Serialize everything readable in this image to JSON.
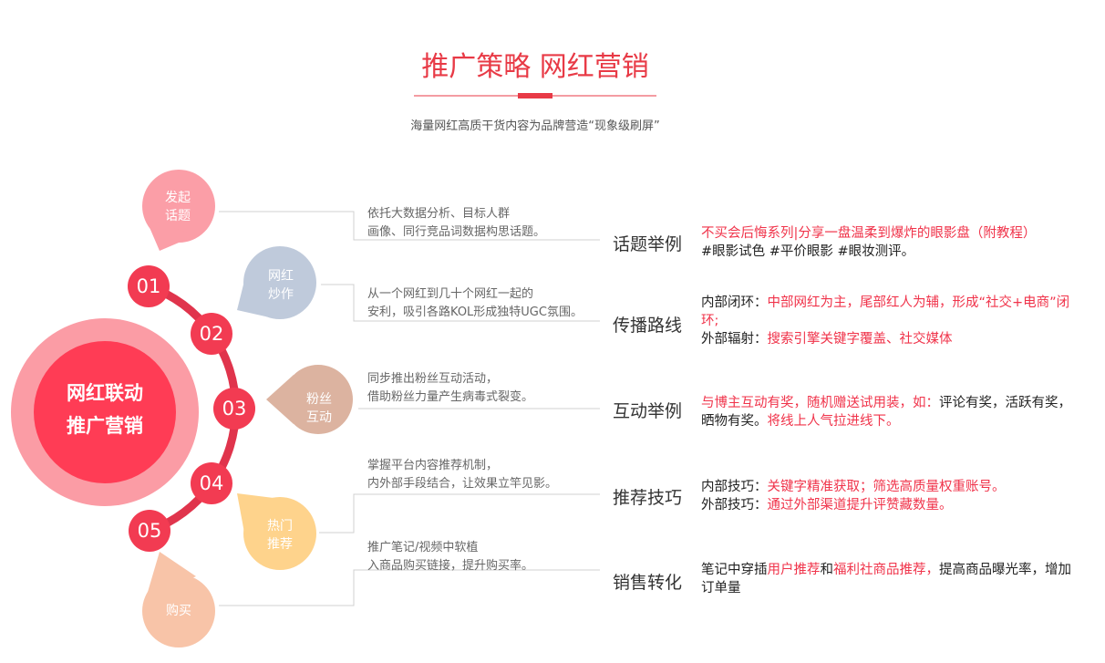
{
  "header": {
    "title": "推广策略 网红营销",
    "subtitle": "海量网红高质干货内容为品牌营造“现象级刷屏”"
  },
  "center": {
    "line1": "网红联动",
    "line2": "推广营销"
  },
  "colors": {
    "accent": "#e83a46",
    "node": "#f23b52",
    "arc": "#e0344c",
    "outer": "#fb9ca5"
  },
  "steps": [
    {
      "num": "01",
      "bubble1": "发起",
      "bubble2": "话题",
      "color": "#fb9ea7",
      "desc1": "依托大数据分析、目标人群",
      "desc2": "画像、同行竞品词数据构思话题。",
      "label": "话题举例"
    },
    {
      "num": "02",
      "bubble1": "网红",
      "bubble2": "炒作",
      "color": "#bfcadb",
      "desc1": "从一个网红到几十个网红一起的",
      "desc2": "安利，吸引各路KOL形成独特UGC氛围。",
      "label": "传播路线"
    },
    {
      "num": "03",
      "bubble1": "粉丝",
      "bubble2": "互动",
      "color": "#dcb3a0",
      "desc1": "同步推出粉丝互动活动，",
      "desc2": "借助粉丝力量产生病毒式裂变。",
      "label": "互动举例"
    },
    {
      "num": "04",
      "bubble1": "热门",
      "bubble2": "推荐",
      "color": "#fed38c",
      "desc1": "掌握平台内容推荐机制，",
      "desc2": "内外部手段结合，让效果立竿见影。",
      "label": "推荐技巧"
    },
    {
      "num": "05",
      "bubble1": "购买",
      "bubble2": "",
      "color": "#f8c4a8",
      "desc1": "推广笔记/视频中软植",
      "desc2": "入商品购买链接，提升购买率。",
      "label": "销售转化"
    }
  ],
  "details": {
    "d1": {
      "a": "不买会后悔系列|分享一盘温柔到爆炸的眼影盘（附教程）",
      "b": "#眼影试色 #平价眼影 #眼妆测评。"
    },
    "d2": {
      "a": "内部闭环：",
      "b": "中部网红为主，尾部红人为辅，形成“社交+电商”闭环;",
      "c": "外部辐射：",
      "d": "搜索引擎关键字覆盖、社交媒体"
    },
    "d3": {
      "a": "与博主互动有奖，随机赠送试用装，如：",
      "b": "评论有奖，活跃有奖，晒物有奖。",
      "c": "将线上人气拉进线下。"
    },
    "d4": {
      "a": "内部技巧：",
      "b": "关键字精准获取；筛选高质量权重账号。",
      "c": "外部技巧：",
      "d": "通过外部渠道提升评赞藏数量。"
    },
    "d5": {
      "a": "笔记中穿插",
      "b": "用户推荐",
      "c": "和",
      "d": "福利社商品推荐，",
      "e": "提高商品曝光率，增加订单量"
    }
  }
}
